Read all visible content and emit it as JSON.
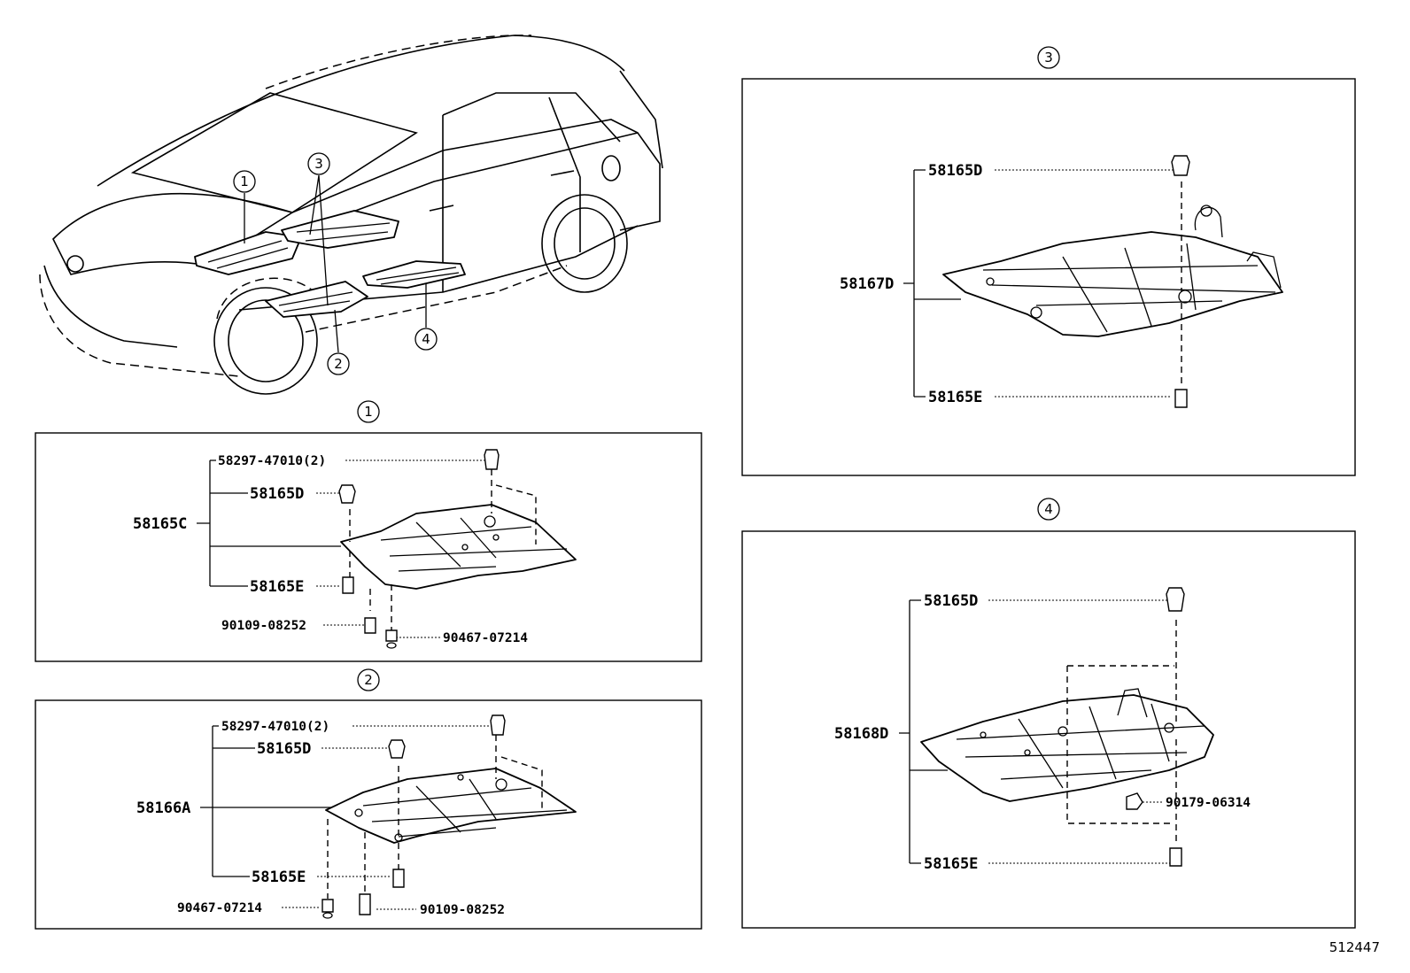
{
  "overview": {
    "callouts": [
      "1",
      "2",
      "3",
      "4"
    ]
  },
  "section1": {
    "marker": "1",
    "parts": {
      "assembly": "58165C",
      "clip": "58297-47010(2)",
      "upper_plug": "58165D",
      "lower_plug": "58165E",
      "screw": "90109-08252",
      "nut": "90467-07214"
    }
  },
  "section2": {
    "marker": "2",
    "parts": {
      "assembly": "58166A",
      "clip": "58297-47010(2)",
      "upper_plug": "58165D",
      "lower_plug": "58165E",
      "nut": "90467-07214",
      "screw": "90109-08252"
    }
  },
  "section3": {
    "marker": "3",
    "parts": {
      "upper_plug": "58165D",
      "assembly": "58167D",
      "lower_plug": "58165E"
    }
  },
  "section4": {
    "marker": "4",
    "parts": {
      "upper_plug": "58165D",
      "assembly": "58168D",
      "grommet": "90179-06314",
      "lower_plug": "58165E"
    }
  },
  "illustration_number": "512447"
}
